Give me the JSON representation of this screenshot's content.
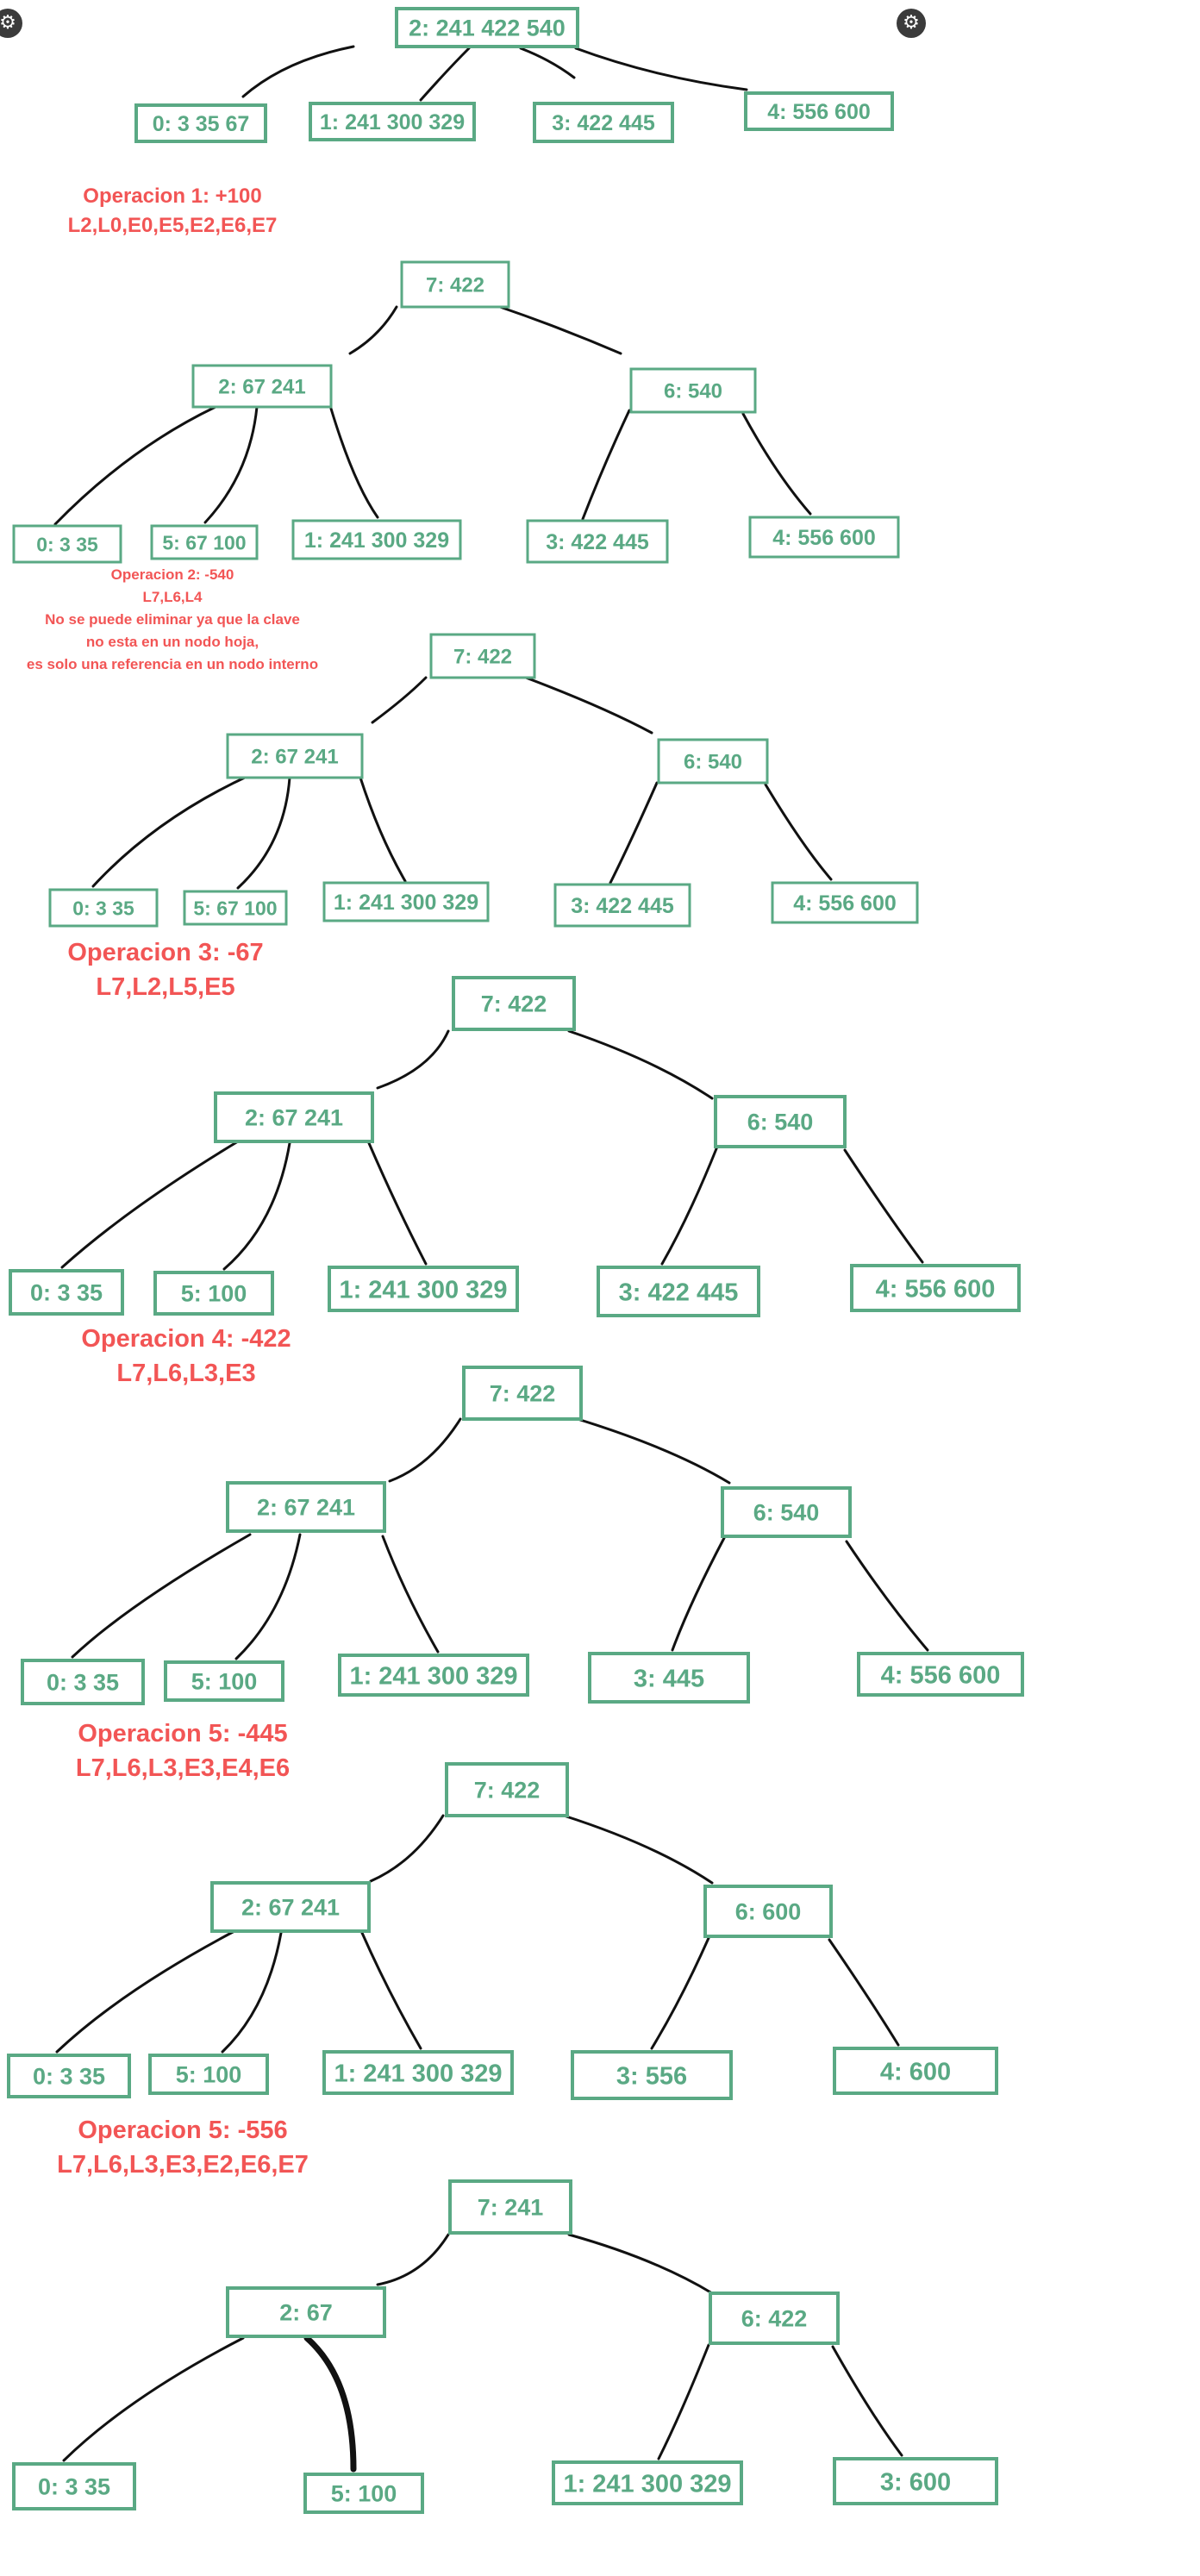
{
  "colors": {
    "node": "#5aa984",
    "operation": "#f25555",
    "edge": "#111111"
  },
  "controls": {
    "left_icon": "gear-icon",
    "right_icon": "gear-icon"
  },
  "diagrams": [
    {
      "nodes": [
        {
          "label": "2: 241 422 540"
        },
        {
          "label": "0: 3 35 67"
        },
        {
          "label": "1: 241 300 329"
        },
        {
          "label": "3: 422 445"
        },
        {
          "label": "4: 556 600"
        }
      ]
    },
    {
      "nodes": [
        {
          "label": "7: 422"
        },
        {
          "label": "2: 67 241"
        },
        {
          "label": "6: 540"
        },
        {
          "label": "0: 3 35"
        },
        {
          "label": "5: 67 100"
        },
        {
          "label": "1: 241 300 329"
        },
        {
          "label": "3: 422 445"
        },
        {
          "label": "4: 556 600"
        }
      ]
    },
    {
      "nodes": [
        {
          "label": "7: 422"
        },
        {
          "label": "2: 67 241"
        },
        {
          "label": "6: 540"
        },
        {
          "label": "0: 3 35"
        },
        {
          "label": "5: 67 100"
        },
        {
          "label": "1: 241 300 329"
        },
        {
          "label": "3: 422 445"
        },
        {
          "label": "4: 556 600"
        }
      ]
    },
    {
      "nodes": [
        {
          "label": "7: 422"
        },
        {
          "label": "2: 67 241"
        },
        {
          "label": "6: 540"
        },
        {
          "label": "0: 3 35"
        },
        {
          "label": "5: 100"
        },
        {
          "label": "1: 241 300 329"
        },
        {
          "label": "3: 422 445"
        },
        {
          "label": "4: 556 600"
        }
      ]
    },
    {
      "nodes": [
        {
          "label": "7: 422"
        },
        {
          "label": "2: 67 241"
        },
        {
          "label": "6: 540"
        },
        {
          "label": "0: 3 35"
        },
        {
          "label": "5: 100"
        },
        {
          "label": "1: 241 300 329"
        },
        {
          "label": "3: 445"
        },
        {
          "label": "4: 556 600"
        }
      ]
    },
    {
      "nodes": [
        {
          "label": "7: 422"
        },
        {
          "label": "2: 67 241"
        },
        {
          "label": "6: 600"
        },
        {
          "label": "0: 3 35"
        },
        {
          "label": "5: 100"
        },
        {
          "label": "1: 241 300 329"
        },
        {
          "label": "3: 556"
        },
        {
          "label": "4: 600"
        }
      ]
    },
    {
      "nodes": [
        {
          "label": "7: 241"
        },
        {
          "label": "2: 67"
        },
        {
          "label": "6: 422"
        },
        {
          "label": "0: 3 35"
        },
        {
          "label": "5: 100"
        },
        {
          "label": "1: 241 300 329"
        },
        {
          "label": "3: 600"
        }
      ]
    }
  ],
  "operations": [
    {
      "lines": [
        "Operacion 1: +100",
        "L2,L0,E0,E5,E2,E6,E7"
      ]
    },
    {
      "lines": [
        "Operacion 2: -540",
        "L7,L6,L4",
        "No se puede eliminar ya que la clave",
        "no esta en un nodo hoja,",
        "es solo una referencia en un nodo interno"
      ]
    },
    {
      "lines": [
        "Operacion 3: -67",
        "L7,L2,L5,E5"
      ]
    },
    {
      "lines": [
        "Operacion 4: -422",
        "L7,L6,L3,E3"
      ]
    },
    {
      "lines": [
        "Operacion 5: -445",
        "L7,L6,L3,E3,E4,E6"
      ]
    },
    {
      "lines": [
        "Operacion 5: -556",
        "L7,L6,L3,E3,E2,E6,E7"
      ]
    }
  ]
}
